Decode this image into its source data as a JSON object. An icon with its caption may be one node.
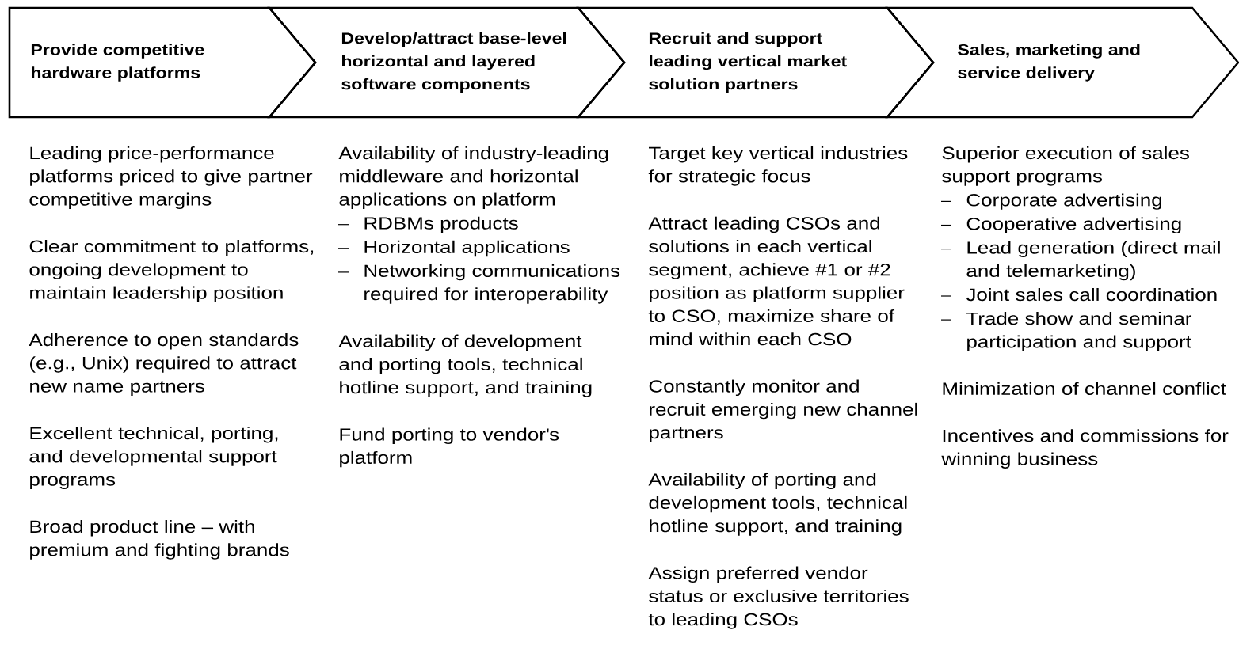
{
  "diagram": {
    "nodes": [
      {
        "text": [
          "Provide competitive hardware platforms"
        ]
      },
      {
        "text": [
          "Develop/attract base-level horizontal and layered software components"
        ]
      },
      {
        "text": [
          "Recruit and support leading vertical market solution partners"
        ]
      },
      {
        "text": [
          "Sales, marketing and service delivery"
        ]
      }
    ],
    "labels": [
      "Leading price-performance platforms priced to give partner competitive margins",
      "Clear commitment to platforms, ongoing development to maintain leadership position",
      "Adherence to open standards (e.g., Unix) required to attract new name partners",
      "Excellent technical, porting, and developmental support programs",
      "Broad product line – with premium and fighting brands",
      "Availability of industry-leading middleware and horizontal applications on platform",
      "RDBMs products",
      "Horizontal applications",
      "Networking communications required for interoperability",
      "Availability of development and porting tools, technical hotline support, and training",
      "Fund porting to vendor's platform",
      "Target key vertical industries for strategic focus",
      "Attract leading CSOs and solutions in each vertical segment, achieve #1 or #2 position as platform supplier to CSO, maximize share of mind within each CSO",
      "Constantly monitor and recruit emerging new channel partners",
      "Availability of porting and development tools, technical hotline support, and training",
      "Assign preferred vendor status or exclusive territories to leading CSOs",
      "Superior execution of sales support programs",
      "Corporate advertising",
      "Cooperative advertising",
      "Lead generation (direct mail and telemarketing)",
      "Joint sales call coordination",
      "Trade show and seminar participation and support",
      "Minimization of channel conflict",
      "Incentives and commissions for winning business"
    ]
  }
}
